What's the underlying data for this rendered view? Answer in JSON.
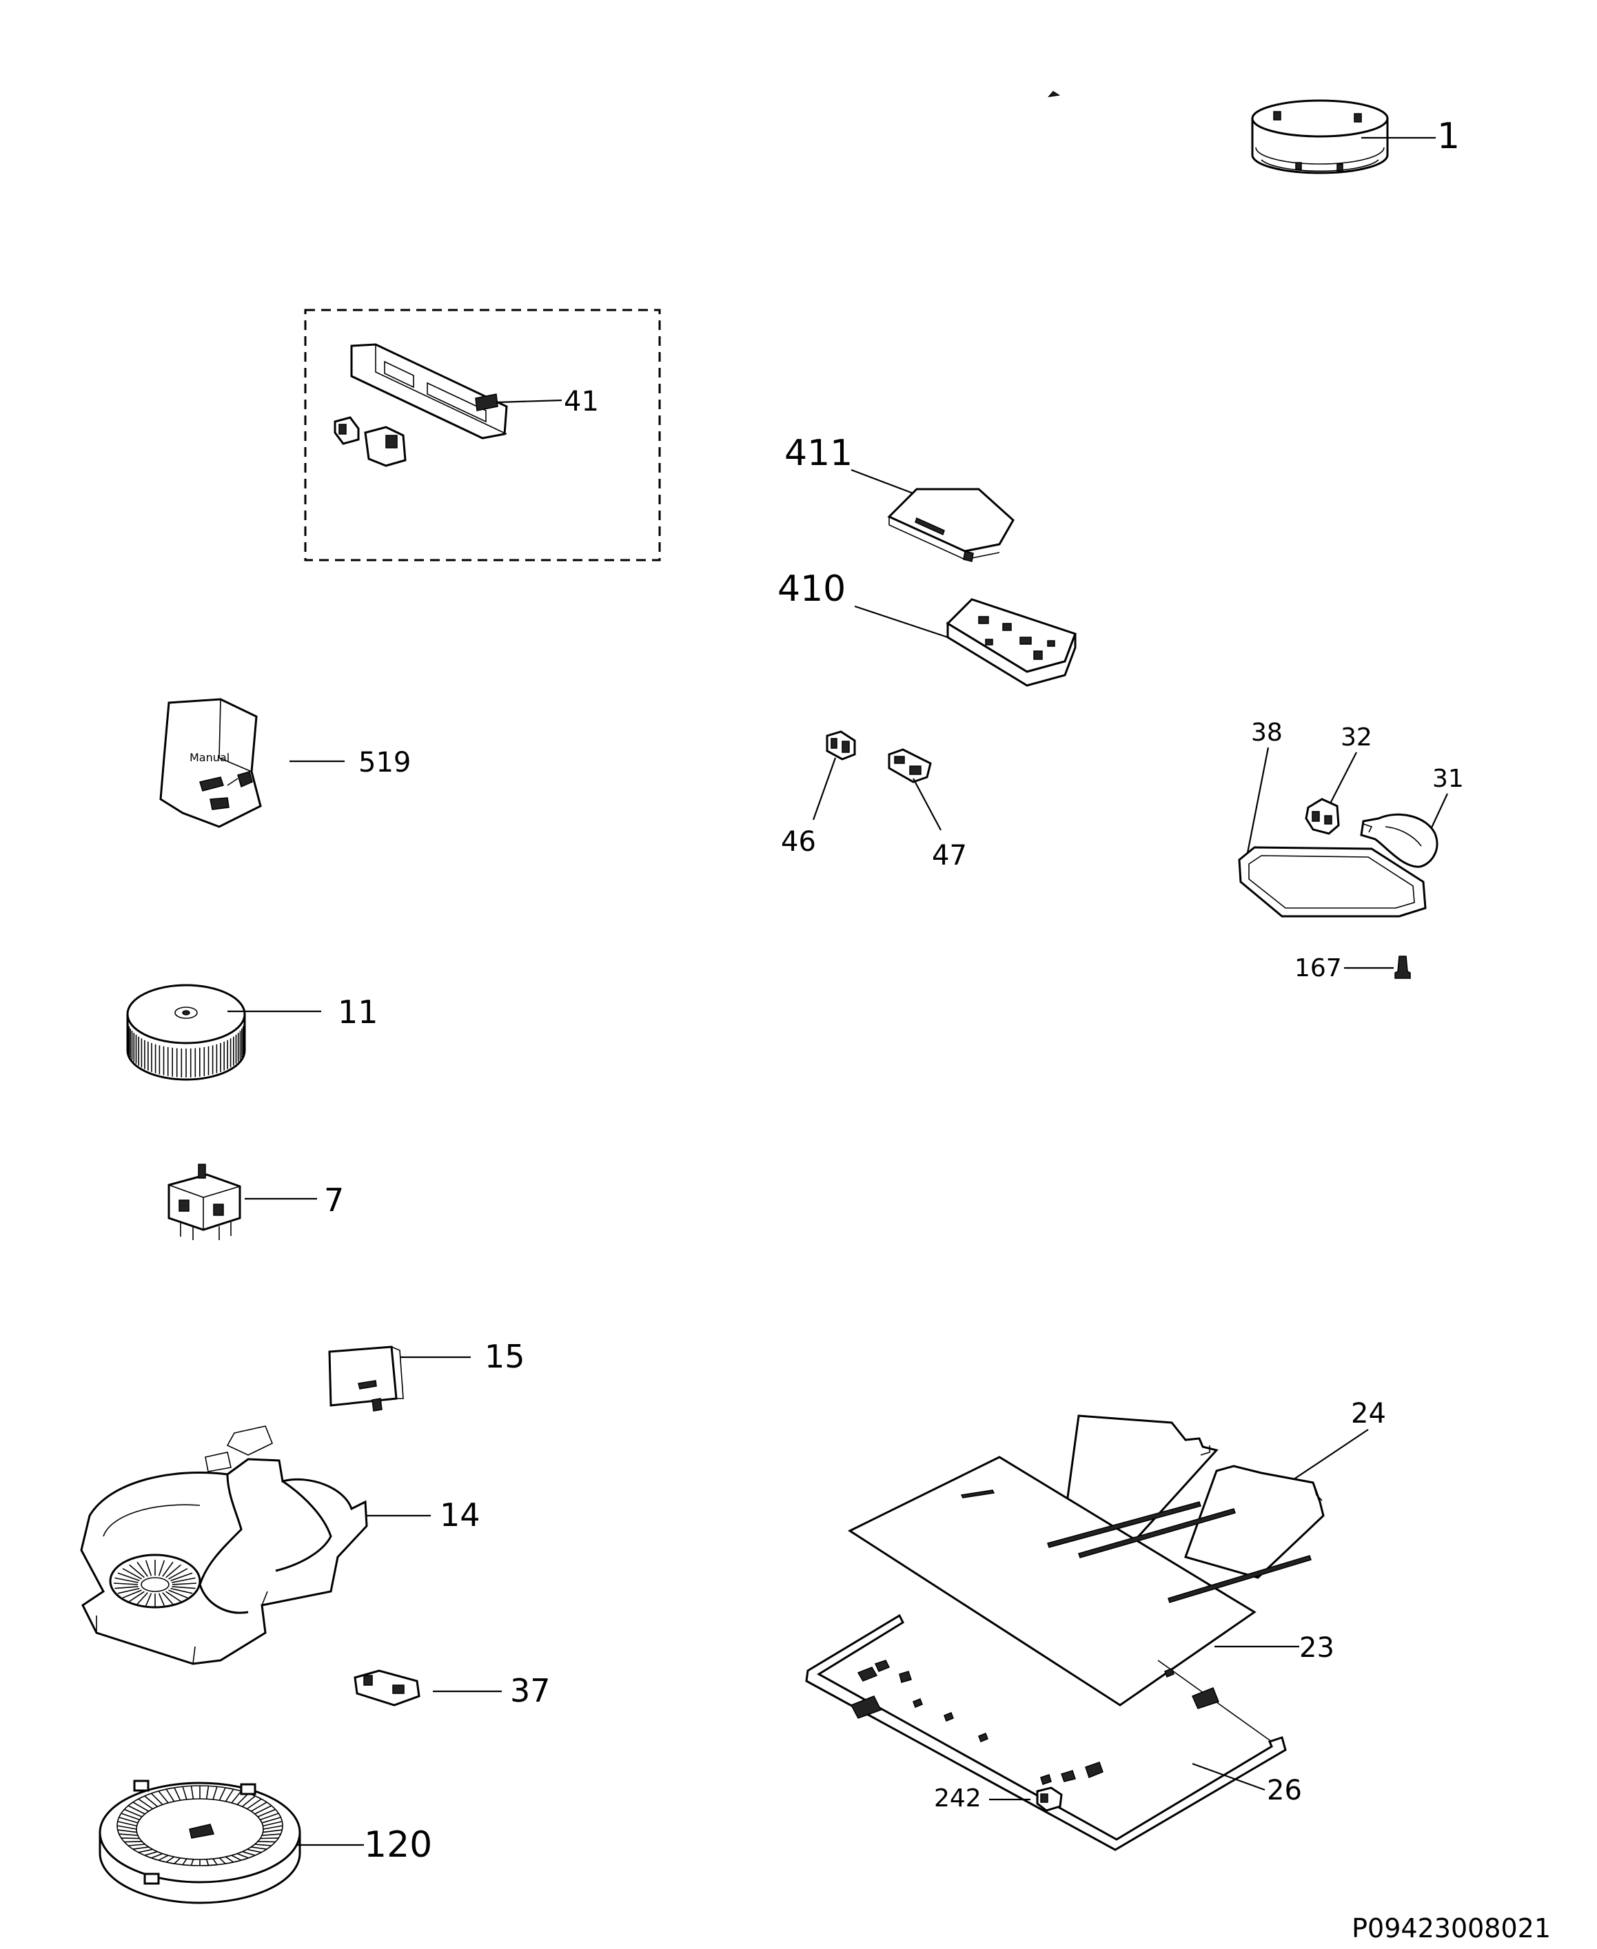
{
  "parts": [
    {
      "id": "1"
    },
    {
      "id": "41"
    },
    {
      "id": "411"
    },
    {
      "id": "410"
    },
    {
      "id": "519"
    },
    {
      "id": "46"
    },
    {
      "id": "47"
    },
    {
      "id": "38"
    },
    {
      "id": "32"
    },
    {
      "id": "31"
    },
    {
      "id": "167"
    },
    {
      "id": "11"
    },
    {
      "id": "7"
    },
    {
      "id": "15"
    },
    {
      "id": "14"
    },
    {
      "id": "37"
    },
    {
      "id": "120"
    },
    {
      "id": "24"
    },
    {
      "id": "23"
    },
    {
      "id": "26"
    },
    {
      "id": "242"
    }
  ],
  "bag_text": "Manual",
  "document_code": "P09423008021"
}
